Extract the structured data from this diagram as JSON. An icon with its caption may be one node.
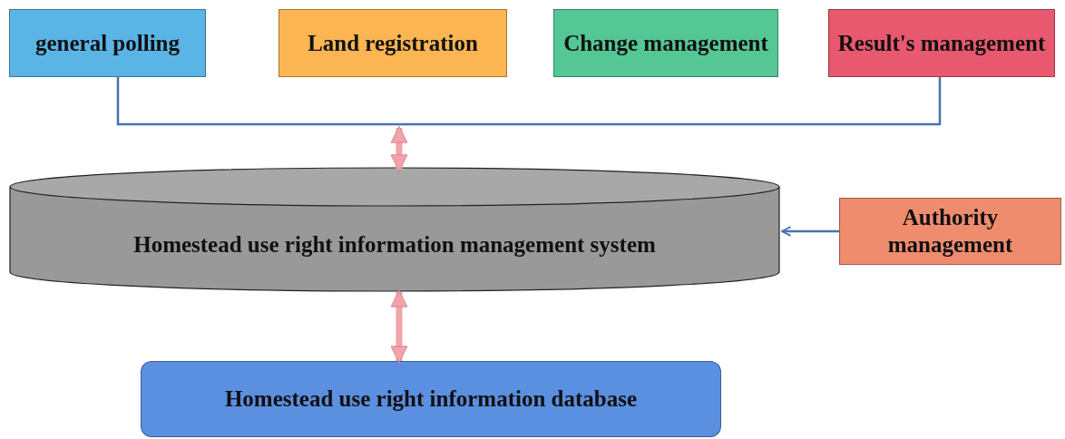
{
  "diagram": {
    "nodes": [
      {
        "text": [
          "general polling"
        ]
      },
      {
        "text": [
          "Land registration"
        ]
      },
      {
        "text": [
          "Change management"
        ]
      },
      {
        "text": [
          "Result's management"
        ]
      },
      {
        "text": [
          "Homestead use right information management system"
        ]
      },
      {
        "text": [
          "Authority management"
        ]
      },
      {
        "text": [
          "Homestead use right information database"
        ]
      }
    ],
    "edges": [
      {
        "from": 0,
        "to": 3,
        "arrow": "none",
        "color": "#4a72b0"
      },
      {
        "from": null,
        "to": 4,
        "arrow": "both",
        "style": "thick",
        "color": "#f2a3ab"
      },
      {
        "from": 4,
        "to": 6,
        "arrow": "both",
        "style": "thick",
        "color": "#f2a3ab"
      },
      {
        "from": 5,
        "to": 4,
        "arrow": "to",
        "color": "#4a72b0"
      }
    ]
  }
}
